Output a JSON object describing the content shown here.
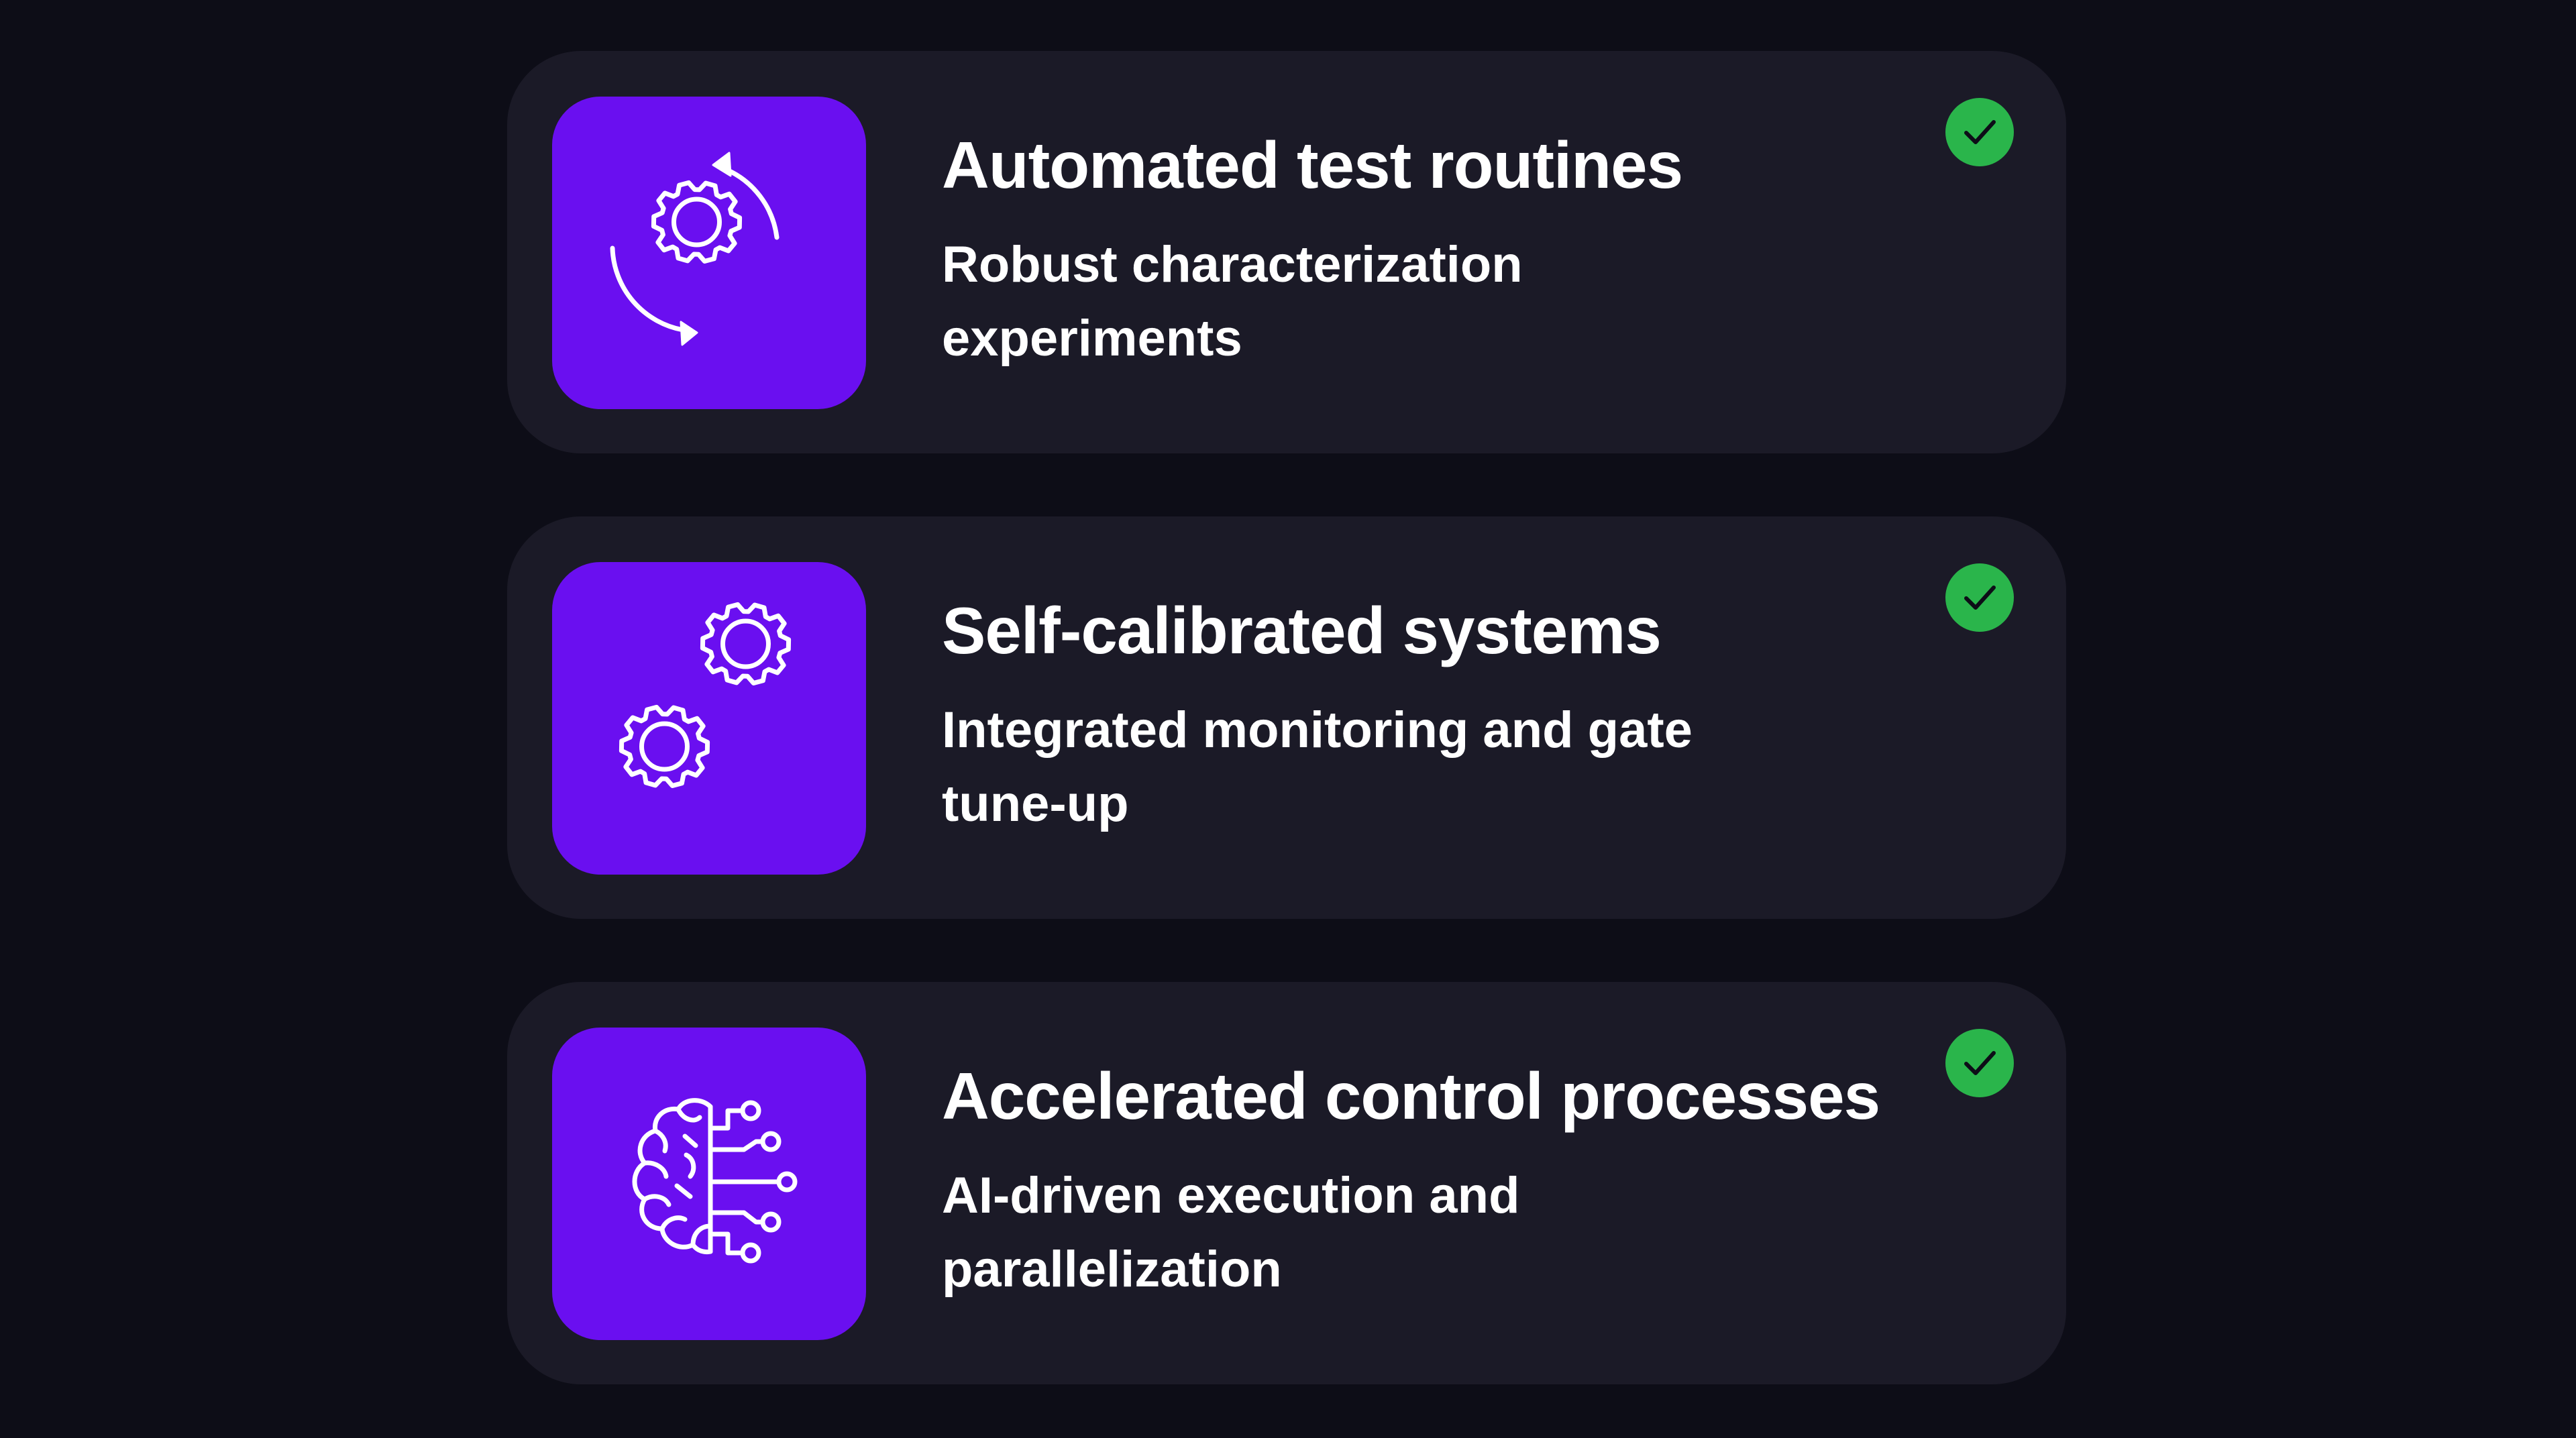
{
  "colors": {
    "background": "#0d0d17",
    "card": "#1b1a27",
    "icon_tile": "#6a0ff0",
    "check": "#2ab54b",
    "text": "#ffffff"
  },
  "features": [
    {
      "icon": "gear-cycle-icon",
      "title": "Automated test routines",
      "description": "Robust characterization experiments",
      "status": "check-icon"
    },
    {
      "icon": "double-gear-icon",
      "title": "Self-calibrated systems",
      "description": "Integrated monitoring and gate tune-up",
      "status": "check-icon"
    },
    {
      "icon": "ai-brain-icon",
      "title": "Accelerated control processes",
      "description": "AI-driven execution and parallelization",
      "status": "check-icon"
    }
  ]
}
